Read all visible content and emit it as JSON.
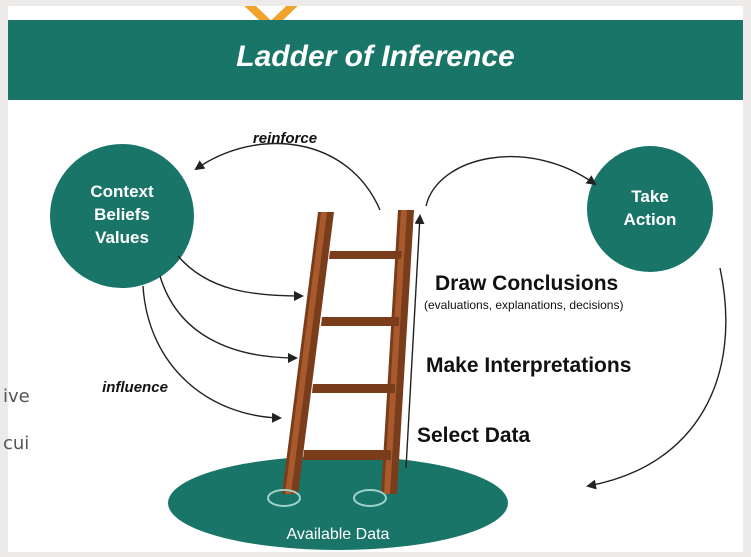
{
  "title": "Ladder of Inference",
  "nodes": {
    "context": [
      "Context",
      "Beliefs",
      "Values"
    ],
    "action": [
      "Take",
      "Action"
    ]
  },
  "labels": {
    "reinforce": "reinforce",
    "influence": "influence",
    "available_data": "Available Data"
  },
  "rungs": {
    "draw_conclusions": "Draw Conclusions",
    "draw_conclusions_sub": "(evaluations, explanations, decisions)",
    "make_interpretations": "Make Interpretations",
    "select_data": "Select Data"
  },
  "cut_text": {
    "line1": "ive",
    "line2": "cui"
  },
  "colors": {
    "teal": "#1a7569",
    "ladder": "#7a3d1b",
    "ladder_highlight": "#a85a2c",
    "accent": "#f0a32a",
    "arrow": "#222222"
  }
}
